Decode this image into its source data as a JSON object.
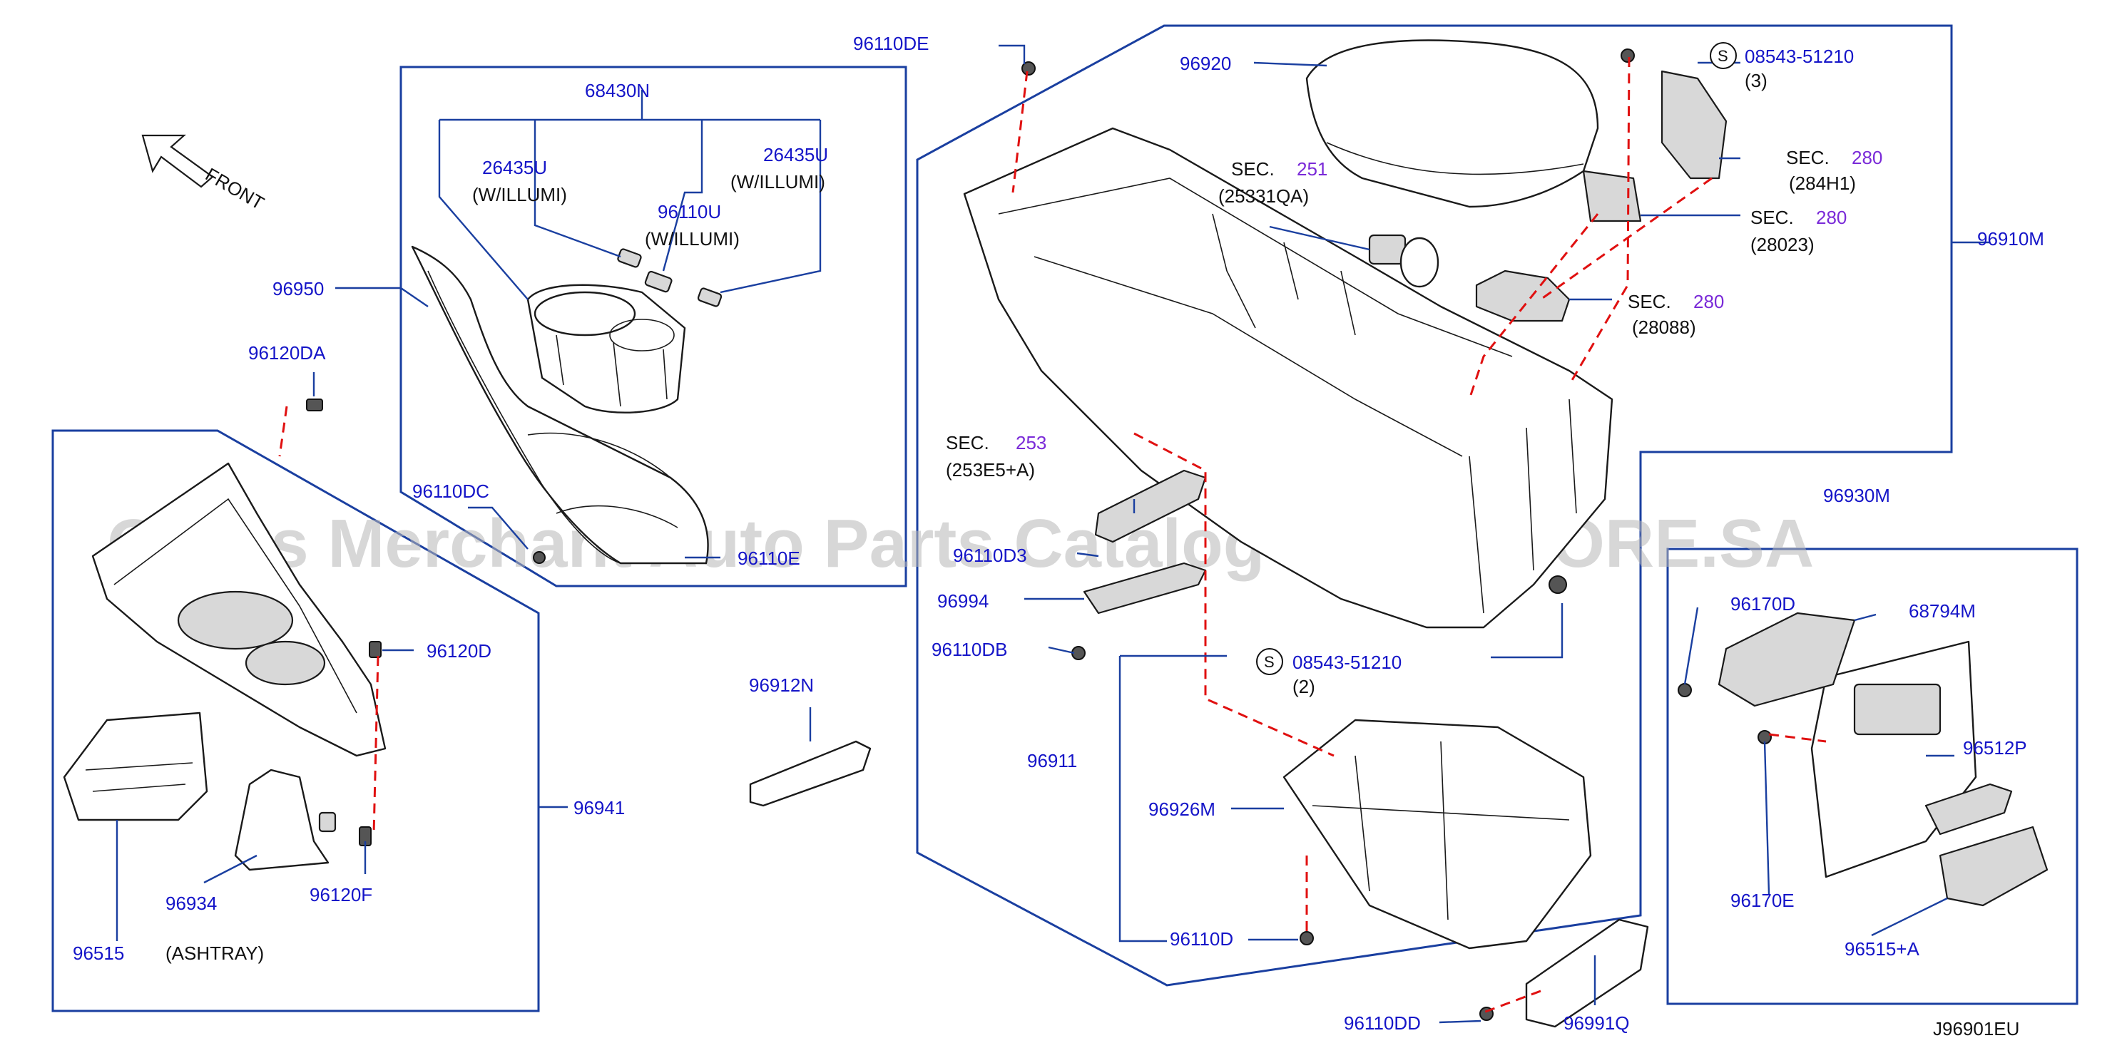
{
  "diagram_code": "J96901EU",
  "watermark": "Offers Merchant Auto Parts Catalog PARTSTORE.SA",
  "front_label": "FRONT",
  "s_symbol": "S",
  "labels": {
    "p96110DE": "96110DE",
    "p96920": "96920",
    "p68430N": "68430N",
    "p26435U_1": "26435U",
    "p26435U_2": "26435U",
    "w_illumi_1": "(W/ILLUMI)",
    "w_illumi_2": "(W/ILLUMI)",
    "w_illumi_3": "(W/ILLUMI)",
    "p96110U": "96110U",
    "p96950": "96950",
    "p96120DA": "96120DA",
    "p96110DC": "96110DC",
    "p96110E": "96110E",
    "p96120D": "96120D",
    "p96941": "96941",
    "p96515": "96515",
    "ashtray": "(ASHTRAY)",
    "p96934": "96934",
    "p96120F": "96120F",
    "p96912N": "96912N",
    "sec_text": "SEC.",
    "sec251_num": "251",
    "sec251_sub": "(25331QA)",
    "sec253_num": "253",
    "sec253_sub": "(253E5+A)",
    "p96110D3": "96110D3",
    "p96994": "96994",
    "p96110DB": "96110DB",
    "s08543_1": "08543-51210",
    "s08543_1_qty": "(3)",
    "s08543_2": "08543-51210",
    "s08543_2_qty": "(2)",
    "sec280_num": "280",
    "sec280a_sub": "(284H1)",
    "sec280b_sub": "(28023)",
    "sec280c_sub": "(28088)",
    "p96910M": "96910M",
    "p96911": "96911",
    "p96926M": "96926M",
    "p96110D": "96110D",
    "p96110DD": "96110DD",
    "p96991Q": "96991Q",
    "p96930M": "96930M",
    "p96170D": "96170D",
    "p68794M": "68794M",
    "p96512P": "96512P",
    "p96170E": "96170E",
    "p96515A": "96515+A"
  }
}
